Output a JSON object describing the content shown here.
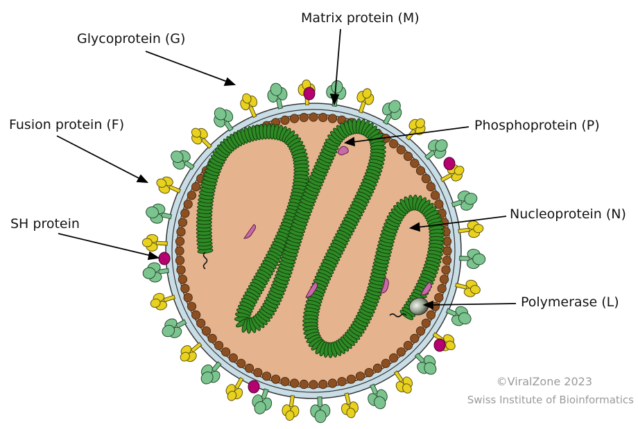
{
  "labels": {
    "glycoprotein": "Glycoprotein (G)",
    "matrix": "Matrix protein (M)",
    "fusion": "Fusion protein (F)",
    "phosphoprotein": "Phosphoprotein  (P)",
    "sh": "SH protein",
    "nucleoprotein": "Nucleoprotein  (N)",
    "polymerase": "Polymerase  (L)"
  },
  "credit": {
    "line1": "©ViralZone 2023",
    "line2": "Swiss Institute of Bioinformatics"
  },
  "colors": {
    "core": "#e5b48e",
    "membrane": "#c9dde6",
    "matrix_bead": "#8b4f22",
    "nucleocapsid": "#2e8a24",
    "nucleocapsid_dark": "#1d5e17",
    "glycoprotein": "#7cc48f",
    "fusion": "#e8d21e",
    "sh_protein": "#b5006f",
    "phosphoprotein": "#c86aa8",
    "polymerase": "#8c9a86",
    "credit_text": "#9a9a9a"
  }
}
